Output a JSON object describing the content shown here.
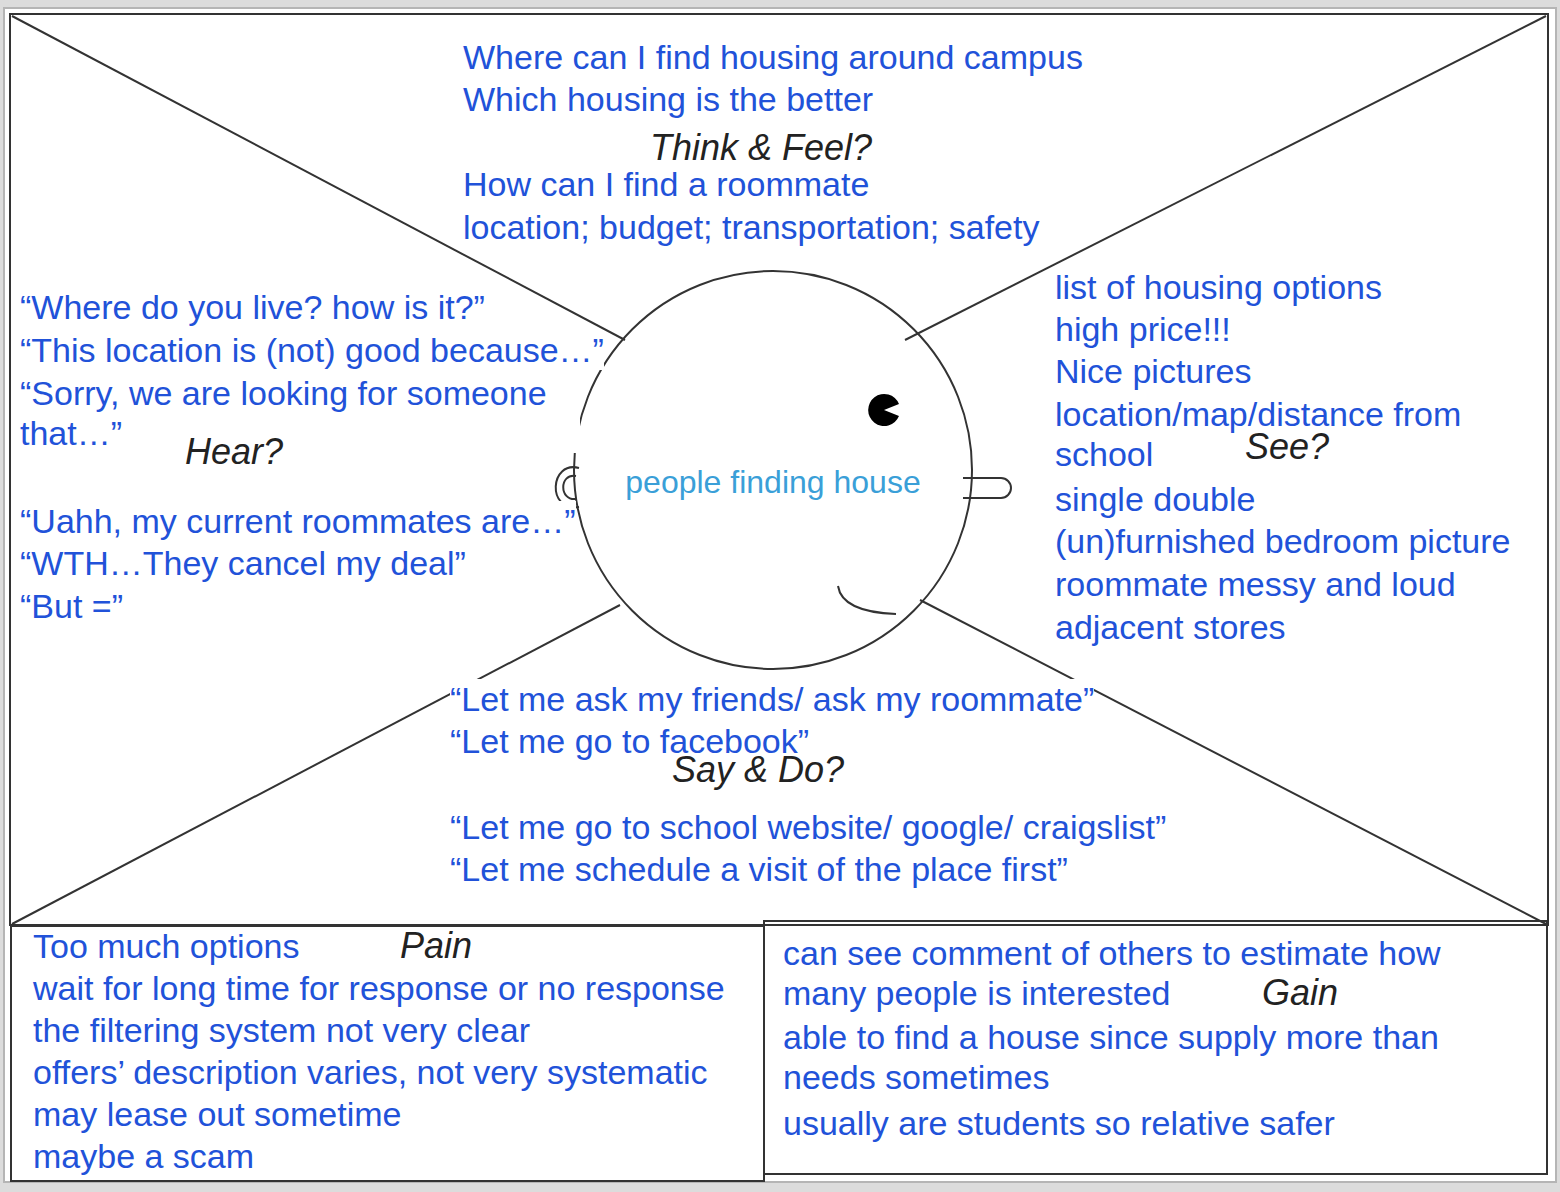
{
  "diagram": {
    "nodes": [
      {
        "text": [
          "Where can I find housing around campus",
          "Which housing is the better",
          "Think & Feel?",
          "How can I find a roommate",
          "location; budget; transportation; safety"
        ]
      },
      {
        "text": [
          "“Where do you live? how is it?”",
          "“This location is (not) good because…”",
          "“Sorry, we are looking for someone that…”",
          "Hear?",
          "“Uahh, my current roommates are…”",
          "“WTH…They cancel my deal”",
          "“But =”"
        ]
      },
      {
        "text": [
          "people finding house"
        ]
      },
      {
        "text": [
          "list of housing options",
          "high price!!!",
          "Nice pictures",
          "location/map/distance from school",
          "See?",
          "single double",
          "(un)furnished bedroom picture",
          "roommate messy and loud",
          "adjacent stores"
        ]
      },
      {
        "text": [
          "“Let me ask my friends/ ask my roommate”",
          "“Let me go to facebook”",
          "Say & Do?",
          "“Let me go to school website/ google/ craigslist”",
          "“Let me schedule a visit of the place first”"
        ]
      },
      {
        "text": [
          "Pain",
          "Too much options",
          "wait for long time for response or no response",
          "the filtering system not very clear",
          "offers’ description varies, not very systematic",
          "may lease out sometime",
          "maybe a scam"
        ]
      },
      {
        "text": [
          "Gain",
          "can see comment of others to estimate how many people is interested",
          "able to find a house since supply more than needs sometimes",
          "usually are students so relative safer"
        ]
      }
    ]
  }
}
